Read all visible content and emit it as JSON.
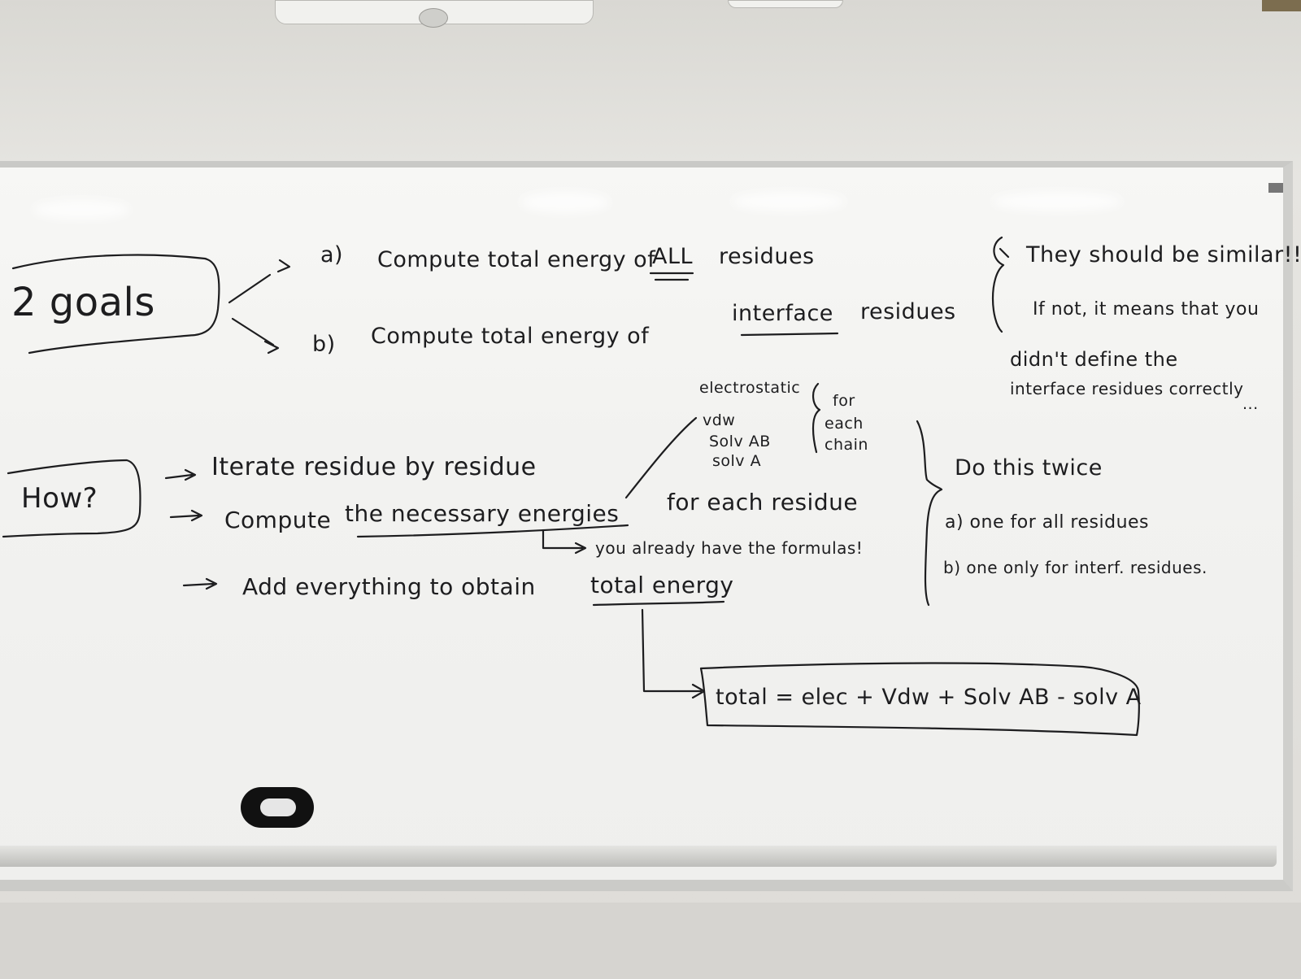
{
  "board": {
    "goals": {
      "title": "2 goals",
      "a_prefix": "a)",
      "a_text_1": "Compute total energy of",
      "a_emphasis": "ALL",
      "a_text_2": "residues",
      "b_prefix": "b)",
      "b_text_1": "Compute total energy of",
      "b_emphasis": "interface",
      "b_text_2": "residues"
    },
    "note": {
      "line1": "They should be similar!!",
      "line2": "If not, it means that you",
      "line3": "didn't define the",
      "line4": "interface residues correctly",
      "line5": "..."
    },
    "energies": {
      "items": [
        "electrostatic",
        "vdw",
        "Solv AB",
        "solv A"
      ],
      "scope": [
        "for",
        "each",
        "chain"
      ]
    },
    "how": {
      "title": "How?",
      "step1": "Iterate residue by residue",
      "step2_1": "Compute",
      "step2_emphasis": "the necessary energies",
      "step2_2": "for each residue",
      "step2_sub": "you already have the formulas!",
      "step3_1": "Add everything to obtain",
      "step3_emphasis": "total energy"
    },
    "twice": {
      "title": "Do this twice",
      "a": "a) one for all residues",
      "b": "b) one only for interf. residues."
    },
    "formula": {
      "text": "total = elec + Vdw + Solv AB - solv A"
    }
  }
}
